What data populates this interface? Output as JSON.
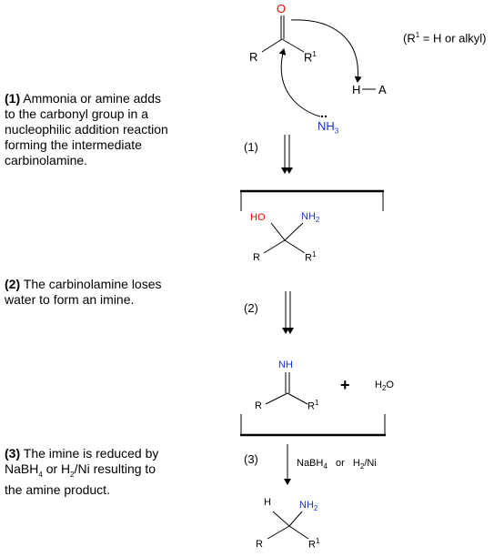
{
  "steps": [
    {
      "number": "(1)",
      "text_lines": [
        " Ammonia or amine adds",
        "to the carbonyl group in a",
        "nucleophilic addition reaction",
        "forming the intermediate",
        "carbinolamine."
      ]
    },
    {
      "number": "(2)",
      "text_lines": [
        " The carbinolamine loses",
        "water to form an imine."
      ]
    },
    {
      "number": "(3)",
      "text_lines": [
        " The imine is reduced by"
      ]
    }
  ],
  "step3_extra": {
    "line2_a": "NaBH",
    "line2_sub1": "4",
    "line2_b": " or H",
    "line2_sub2": "2",
    "line2_c": "/Ni resulting to",
    "line3": "the amine product."
  },
  "arrow_labels": {
    "a1": "(1)",
    "a2": "(2)",
    "a3": "(3)"
  },
  "reagent": {
    "nabh": "NaBH",
    "nabh_sub": "4",
    "or": "or",
    "h": "H",
    "h_sub": "2",
    "ni": "/Ni"
  },
  "note": {
    "open": "(R",
    "sup": "1",
    "rest": " = H or alkyl)"
  },
  "atoms": {
    "O": "O",
    "R": "R",
    "R1": "R",
    "sup1": "1",
    "H": "H",
    "A": "A",
    "NH": "NH",
    "NH3_sub": "3",
    "HO": "HO",
    "NH2": "NH",
    "NH2_sub": "2",
    "imine_NH": "NH",
    "plus": "+",
    "water_H": "H",
    "water_sub": "2",
    "water_O": "O"
  },
  "colors": {
    "oxygen": "#ff0000",
    "nitrogen": "#1a33cc"
  }
}
